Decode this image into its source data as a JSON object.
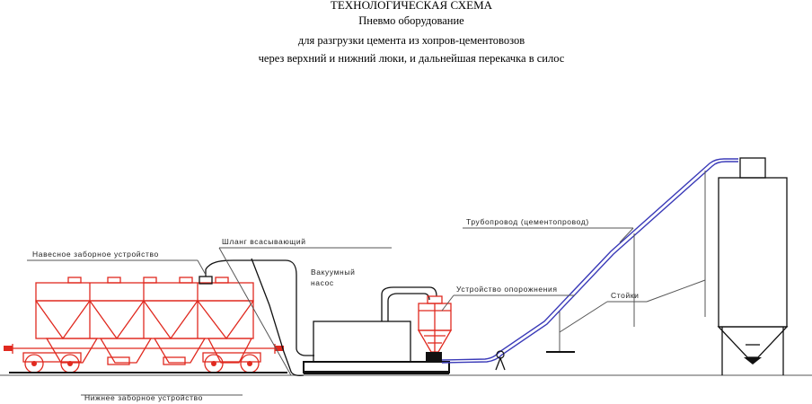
{
  "title": {
    "line1": "ТЕХНОЛОГИЧЕСКАЯ СХЕМА",
    "line2": "Пневмо оборудование",
    "line3": "для разгрузки цемента из хопров-цементовозов",
    "line4": "через верхний и нижний люки, и дальнейшая перекачка в силос"
  },
  "labels": {
    "upper_intake": "Навесное заборное устройство",
    "hose": "Шланг всасывающий",
    "vacuum_pump_1": "Вакуумный",
    "vacuum_pump_2": "насос",
    "discharge_device": "Устройство опорожнения",
    "pipeline": "Трубопровод (цементопровод)",
    "supports": "Стойки",
    "lower_intake": "Нижнее заборное устройство"
  },
  "colors": {
    "wagon": "#e0291f",
    "equipment": "#111111",
    "pipeline": "#3a3ab8"
  }
}
